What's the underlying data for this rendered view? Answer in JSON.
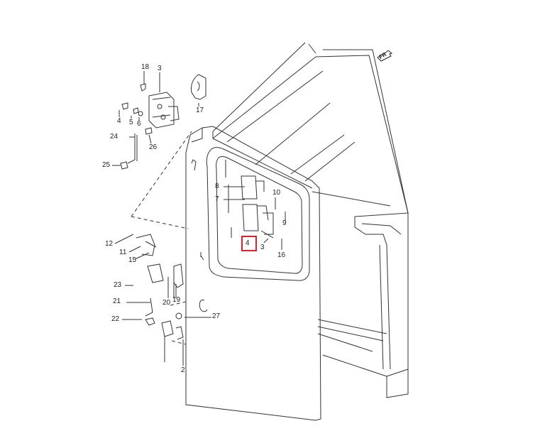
{
  "diagram": {
    "highlight_color": "#e0202a",
    "line_color": "#333333",
    "direction_marker": "FR",
    "highlighted_part": "4",
    "callouts": {
      "c18": "18",
      "c3": "3",
      "c17": "17",
      "c4": "4",
      "c5": "5",
      "c6": "6",
      "c24": "24",
      "c26": "26",
      "c25": "25",
      "c8": "8",
      "c7": "7",
      "c10": "10",
      "c9": "9",
      "c4b": "4",
      "c3b": "3",
      "c16": "16",
      "c12": "12",
      "c11": "11",
      "c15": "15",
      "c23": "23",
      "c20": "20",
      "c19": "19",
      "c21": "21",
      "c22": "22",
      "c27": "27",
      "c2": "2"
    }
  }
}
